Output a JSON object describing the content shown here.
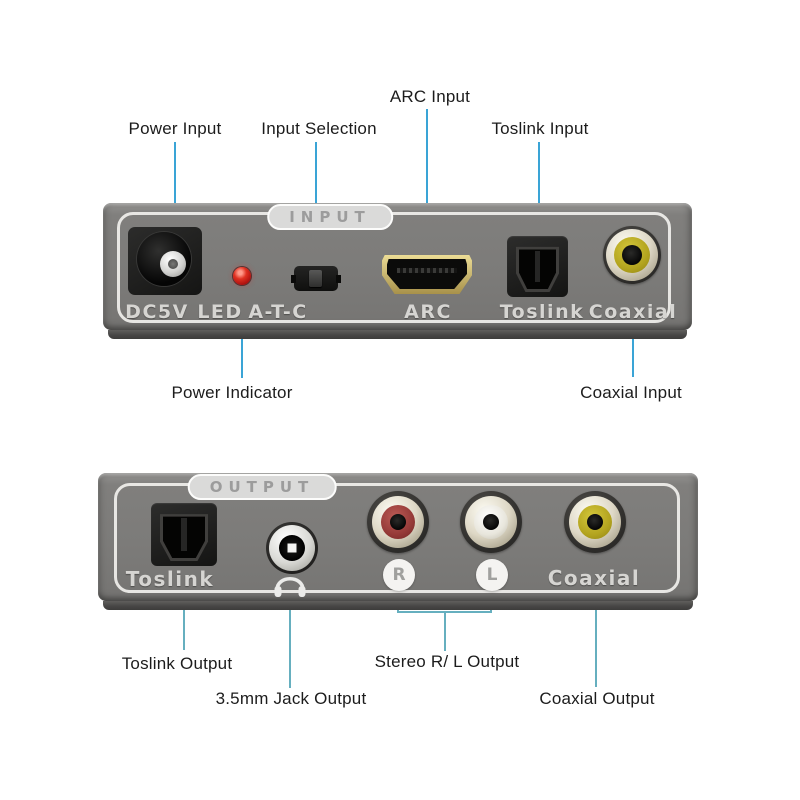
{
  "input": {
    "badge": "INPUT",
    "top_labels": {
      "power": "Power Input",
      "selection": "Input Selection",
      "arc": "ARC Input",
      "toslink": "Toslink Input"
    },
    "bottom_labels": {
      "indicator": "Power Indicator",
      "coaxial": "Coaxial Input"
    },
    "ports": {
      "dc": "DC5V",
      "led": "LED",
      "switch": "A-T-C",
      "arc": "ARC",
      "toslink": "Toslink",
      "coaxial": "Coaxial"
    }
  },
  "output": {
    "badge": "OUTPUT",
    "ports": {
      "toslink": "Toslink",
      "coaxial": "Coaxial",
      "right": "R",
      "left": "L"
    },
    "bottom_labels": {
      "toslink": "Toslink Output",
      "jack": "3.5mm Jack Output",
      "stereo": "Stereo R/ L Output",
      "coaxial": "Coaxial Output"
    }
  },
  "colors": {
    "callout_top": "#3aa4d6",
    "callout_bottom": "#66afbf",
    "callout_dot": "#2a8abc",
    "device_gray": "#7c7b79",
    "led_red": "#d41c1c",
    "rca_red": "#953a38",
    "rca_white": "#e8e6dc",
    "rca_yellow": "#b3a41f",
    "hdmi_gold": "#cdbb75"
  }
}
